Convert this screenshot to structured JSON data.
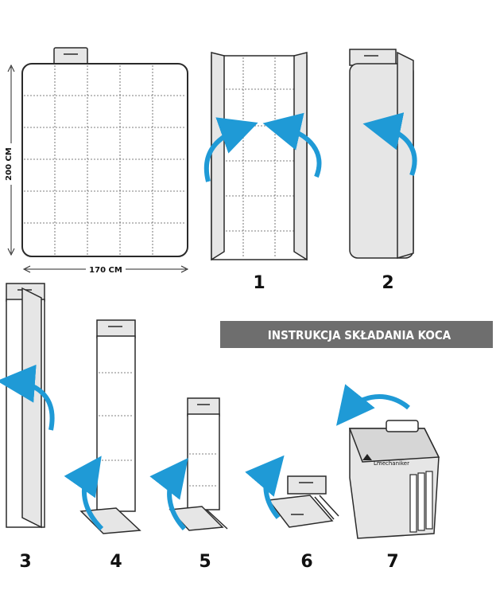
{
  "banner": {
    "text": "INSTRUKCJA SKŁADANIA KOCA"
  },
  "dimensions": {
    "height": "200 CM",
    "width": "170 CM"
  },
  "steps": [
    "1",
    "2",
    "3",
    "4",
    "5",
    "6",
    "7"
  ],
  "logo_text": "Lmechaniker",
  "colors": {
    "arrow": "#1f9ad6",
    "banner": "#6e6e6e",
    "panel": "#e6e6e6",
    "outline": "#2a2a2a"
  }
}
